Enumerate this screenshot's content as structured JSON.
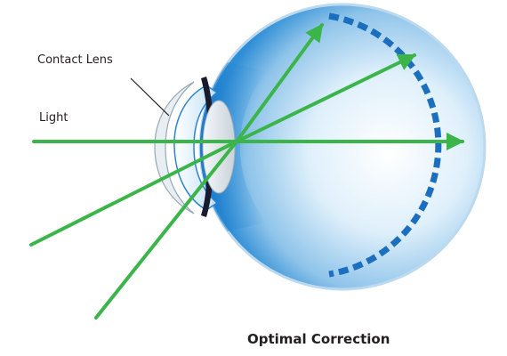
{
  "diagram": {
    "labels": {
      "contact_lens": "Contact Lens",
      "light": "Light"
    },
    "caption": "Optimal Correction",
    "elements": [
      "eyeball",
      "cornea",
      "iris",
      "crystalline-lens",
      "contact-lens",
      "retina",
      "light-rays"
    ],
    "colors": {
      "eye_fill_light": "#eef7fd",
      "eye_fill_dark": "#1f86d6",
      "sclera_edge": "#0d6fc4",
      "retina": "#1c6fbe",
      "ray": "#3bb54a",
      "iris": "#1a1a2e",
      "pointer": "#231f20"
    }
  }
}
